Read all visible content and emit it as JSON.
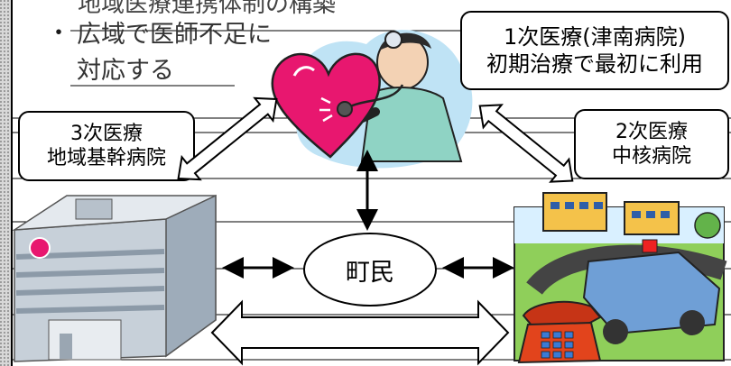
{
  "top_cut_text": "地域医療連携体制の構築",
  "bullet_mark": "・",
  "bullet_line1": "広域で医師不足に",
  "bullet_line2": "対応する",
  "primary_care": {
    "line1": "1次医療(津南病院)",
    "line2": "初期治療で最初に利用"
  },
  "tertiary_care": {
    "line1": "3次医療",
    "line2": "地域基幹病院"
  },
  "secondary_care": {
    "line1": "2次医療",
    "line2": "中核病院"
  },
  "residents_label": "町民",
  "colors": {
    "heart": "#e8176f",
    "building": "#b9c4cf",
    "ambulance": "#6f9fd6",
    "phone": "#e2441c",
    "line": "#000000"
  },
  "icons": [
    "doctor-heart-icon",
    "hospital-building-icon",
    "ambulance-scene-icon",
    "telephone-icon"
  ]
}
